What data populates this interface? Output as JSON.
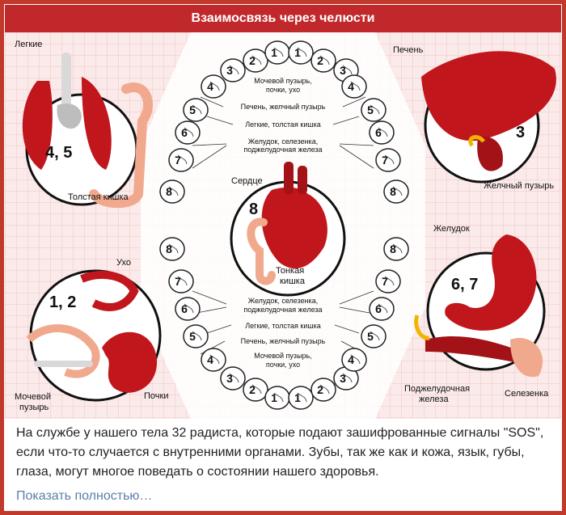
{
  "title": "Взаимосвязь через челюсти",
  "upper_teeth": [
    "3",
    "2",
    "1",
    "1",
    "2",
    "3",
    "4",
    "5",
    "6",
    "7",
    "8",
    "4",
    "5",
    "6",
    "7",
    "8"
  ],
  "lower_teeth": [
    "8",
    "7",
    "6",
    "5",
    "4",
    "3",
    "2",
    "1",
    "1",
    "2",
    "3",
    "4",
    "5",
    "6",
    "7",
    "8"
  ],
  "upper_rows": [
    "Мочевой пузырь,",
    "почки, ухо",
    "Печень, желчный пузырь",
    "Легкие, толстая кишка",
    "Желудок, селезенка,",
    "поджелудочная железа"
  ],
  "lower_rows": [
    "Желудок, селезенка,",
    "поджелудочная железа",
    "Легкие, толстая кишка",
    "Печень, желчный пузырь",
    "Мочевой пузырь,",
    "почки, ухо"
  ],
  "organs": {
    "lungs": {
      "label": "Легкие",
      "num": "4, 5",
      "sub": "Толстая кишка"
    },
    "liver": {
      "label": "Печень",
      "num": "3",
      "sub": "Желчный пузырь"
    },
    "heart": {
      "label": "Сердце",
      "num": "8",
      "sub1": "Тонкая",
      "sub2": "кишка"
    },
    "ear": {
      "label": "Ухо",
      "num": "1, 2",
      "sub1": "Мочевой",
      "sub2": "пузырь",
      "sub3": "Почки"
    },
    "stomach": {
      "label": "Желудок",
      "num": "6, 7",
      "sub1": "Поджелудочная",
      "sub2": "железа",
      "sub3": "Селезенка"
    }
  },
  "caption": "На службе у нашего тела 32 радиста, которые подают зашифрованные сигналы \"SOS\", если что-то случается с внутренними органами. Зубы, так же как и кожа, язык, губы, глаза, могут многое поведать о состоянии нашего здоровья.",
  "show_more": "Показать полностью…",
  "colors": {
    "accent": "#c1282b",
    "organ": "#c0161c",
    "grid": "#f0c9c9",
    "link": "#5a7fa8"
  }
}
